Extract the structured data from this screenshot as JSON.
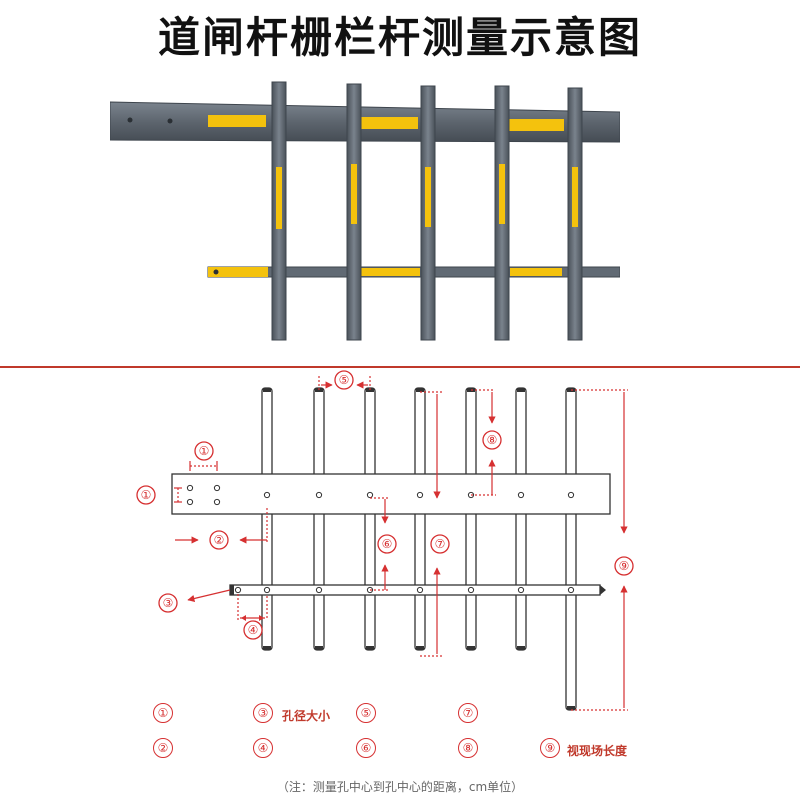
{
  "title": "道闸杆栅栏杆测量示意图",
  "colors": {
    "bar_gray": "#616a74",
    "bar_edge": "#3e454d",
    "reflector_yellow": "#f4c20d",
    "diagram_red": "#d63031",
    "divider_red": "#c0392b"
  },
  "legend": {
    "items": [
      {
        "num": "①",
        "text": ""
      },
      {
        "num": "②",
        "text": ""
      },
      {
        "num": "③",
        "text": "孔径大小"
      },
      {
        "num": "④",
        "text": ""
      },
      {
        "num": "⑤",
        "text": ""
      },
      {
        "num": "⑥",
        "text": ""
      },
      {
        "num": "⑦",
        "text": ""
      },
      {
        "num": "⑧",
        "text": ""
      },
      {
        "num": "⑨",
        "text": "视现场长度"
      }
    ]
  },
  "diagram_labels": {
    "m1": "①",
    "m2": "②",
    "m3": "③",
    "m4": "④",
    "m5": "⑤",
    "m6": "⑥",
    "m7": "⑦",
    "m8": "⑧",
    "m9": "⑨",
    "m1b": "①"
  },
  "note": "（注：测量孔中心到孔中心的距离，cm单位）"
}
